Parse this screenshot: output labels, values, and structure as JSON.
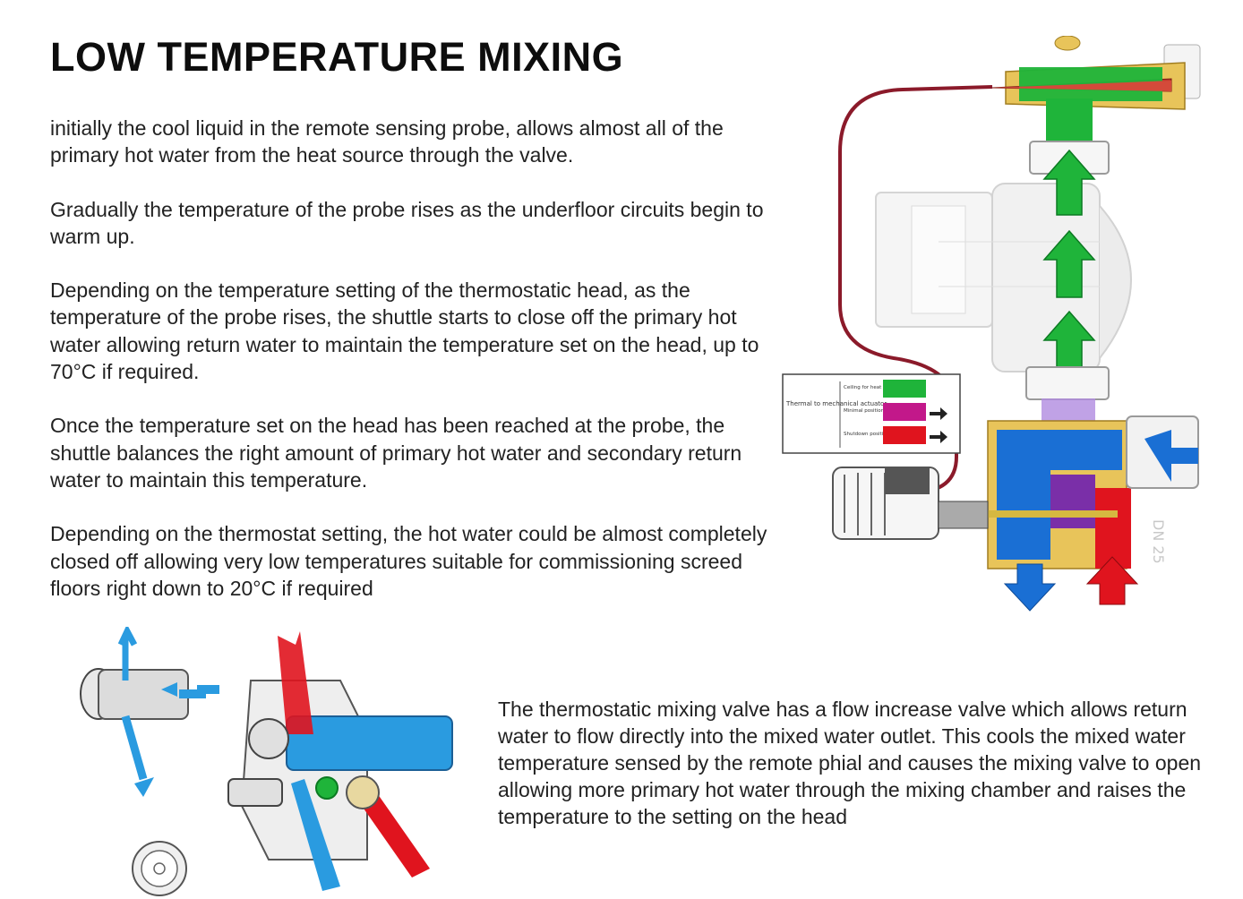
{
  "page": {
    "title": "LOW TEMPERATURE MIXING",
    "paragraphs": [
      "initially the cool liquid in the remote sensing probe, allows almost all of the primary hot water from the heat source through the valve.",
      "Gradually the temperature of the probe rises as the underfloor circuits begin to warm up.",
      "Depending on the temperature setting of the thermostatic head, as the temperature of the probe rises, the shuttle starts to close off the primary hot water allowing return water to maintain the temperature set on the head, up to 70°C if required.",
      "Once the temperature set on the head has been reached at the probe, the shuttle balances the right amount of primary hot water and secondary return water to maintain this temperature.",
      "Depending on the thermostat setting, the hot water could be almost completely closed off allowing very low temperatures suitable for commissioning screed floors right down to 20°C if required"
    ],
    "note": "The thermostatic mixing valve has a flow increase valve which allows return water to flow directly into the mixed water outlet. This cools the mixed water temperature sensed by the remote phial and causes the mixing valve to open allowing more primary hot water through the mixing chamber and raises the temperature to the setting on the head"
  },
  "diagram": {
    "legend_title": "Thermal to mechanical actuator",
    "legend_items": [
      "Ceiling for heat position",
      "Minimal position",
      "Shutdown position"
    ]
  },
  "colors": {
    "hot": "#e0141e",
    "cold": "#1a6fd4",
    "mixed": "#17b83a",
    "brass": "#e8c45a",
    "probe_line": "#8b1a2a",
    "shuttle_purple": "#7a2fa8"
  },
  "icons": [
    "pump-body",
    "thermostatic-head",
    "sensing-probe",
    "flow-arrow-up",
    "flow-arrow-down",
    "flow-increase-valve"
  ]
}
